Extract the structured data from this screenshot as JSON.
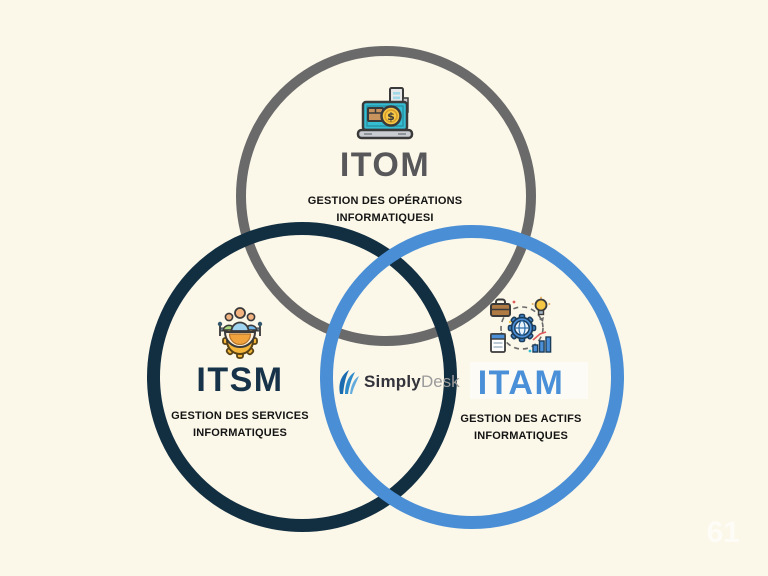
{
  "background": "#FBF7E9",
  "diagram": {
    "type": "venn",
    "circles": [
      {
        "id": "itom",
        "label": "ITOM",
        "ring_color": "#6A6A6A",
        "label_color": "#58585A",
        "description": [
          "GESTION DES OPÉRATIONS",
          "INFORMATIQUESI"
        ],
        "icon": "laptop-commerce-icon"
      },
      {
        "id": "itsm",
        "label": "ITSM",
        "ring_color": "#122F42",
        "label_color": "#16334A",
        "description": [
          "GESTION DES SERVICES",
          "INFORMATIQUES"
        ],
        "icon": "team-gear-icon"
      },
      {
        "id": "itam",
        "label": "ITAM",
        "ring_color": "#4A8FD6",
        "label_color": "#4A90D9",
        "description": [
          "GESTION DES ACTIFS",
          "INFORMATIQUES"
        ],
        "icon": "asset-orbit-gear-icon"
      }
    ]
  },
  "logo": {
    "brand_bold": "Simply",
    "brand_light": "Desk",
    "icon": "simplydesk-logo-icon",
    "bold_color": "#33333B",
    "light_color": "#9B9B9B"
  },
  "watermark": {
    "text": "61"
  }
}
